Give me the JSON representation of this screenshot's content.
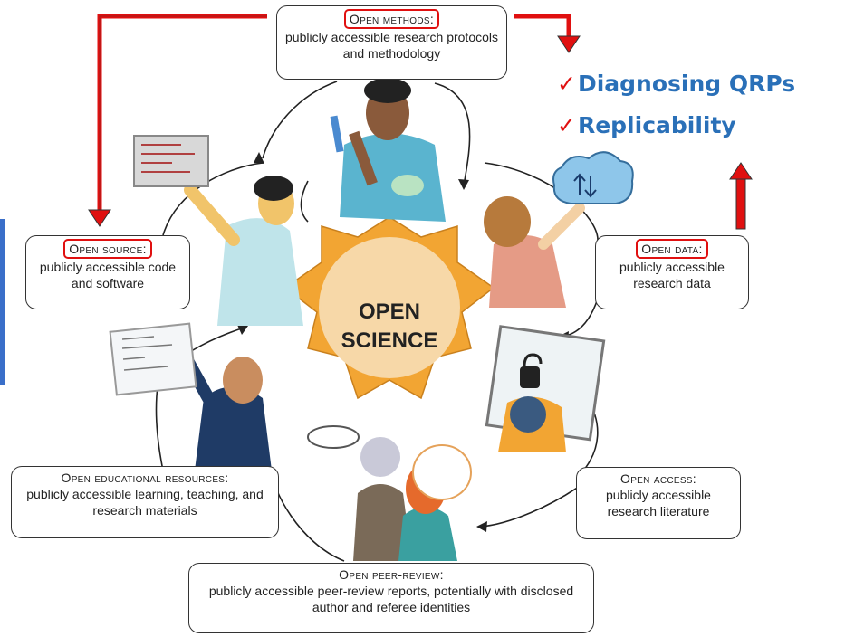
{
  "boxes": {
    "methods": {
      "title": "Open methods:",
      "desc": "publicly accessible research protocols and methodology"
    },
    "source": {
      "title": "Open source:",
      "desc": "publicly accessible code and software"
    },
    "data": {
      "title": "Open data:",
      "desc": "publicly accessible research data"
    },
    "access": {
      "title": "Open access:",
      "desc": "publicly accessible research literature"
    },
    "educational": {
      "title": "Open educational resources:",
      "desc": "publicly accessible learning, teaching, and research materials"
    },
    "peer_review": {
      "title": "Open peer-review:",
      "desc": "publicly accessible peer-review reports, potentially with disclosed author and referee identities"
    }
  },
  "center": {
    "line1": "OPEN",
    "line2": "SCIENCE"
  },
  "callouts": {
    "item1": "Diagnosing QRPs",
    "item2": "Replicability",
    "tick": "✓"
  },
  "colors": {
    "arrow_red": "#e01010",
    "callout_blue": "#2a70b8",
    "sun_orange": "#f2a533",
    "sun_center": "#f7d8a8",
    "sidebar_blue": "#3a6fc9"
  }
}
